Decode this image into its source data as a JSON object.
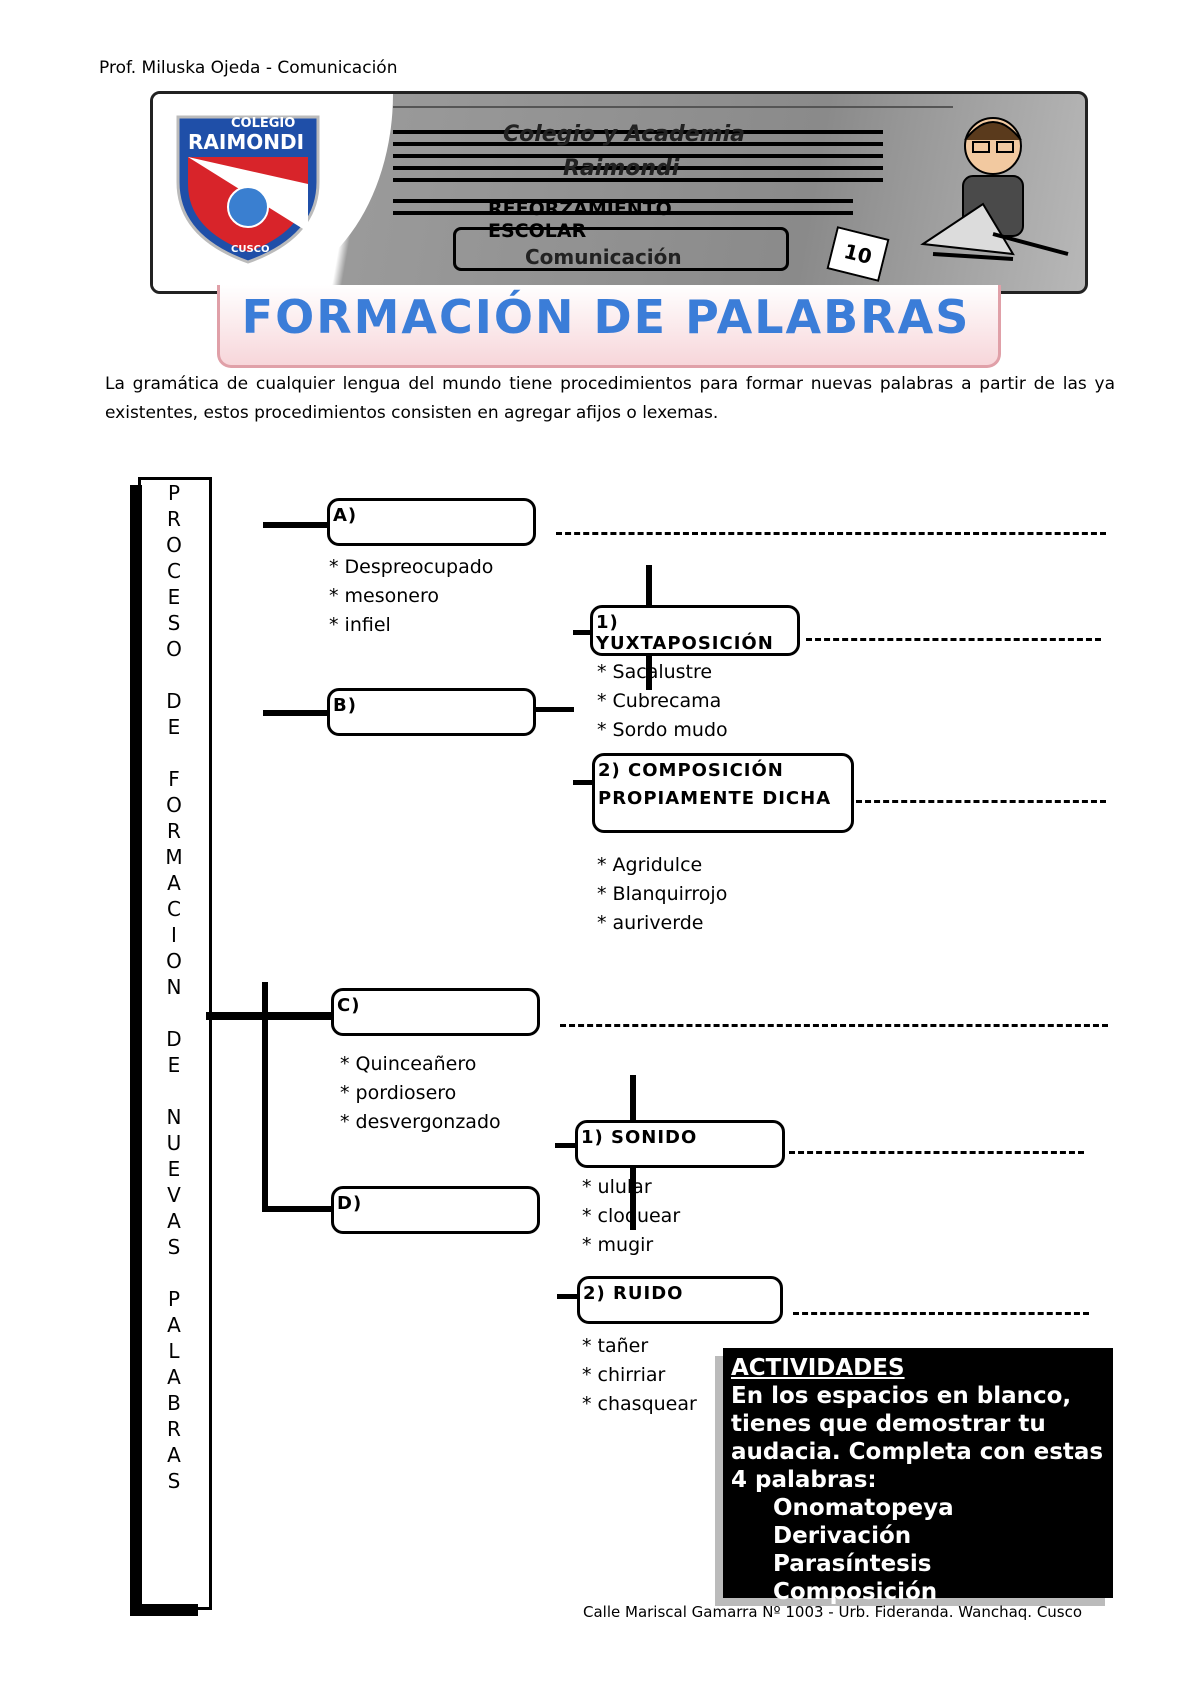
{
  "author": "Prof. Miluska Ojeda - Comunicación",
  "banner": {
    "logo_top": "COLEGIO",
    "logo_name": "RAIMONDI",
    "logo_city": "CUSCO",
    "line1": "Colegio y Academia",
    "line2": "Raimondi",
    "line3": "REFORZAMIENTO ESCOLAR",
    "line4": "Comunicación",
    "calendar": "10"
  },
  "title": "FORMACIÓN DE PALABRAS",
  "intro": "La gramática de cualquier lengua del mundo tiene procedimientos para formar nuevas palabras a partir de las ya existentes, estos procedimientos consisten en agregar afijos o lexemas.",
  "vertical_title": [
    "P",
    "R",
    "O",
    "C",
    "E",
    "S",
    "O",
    "",
    "D",
    "E",
    "",
    "F",
    "O",
    "R",
    "M",
    "A",
    "C",
    "I",
    "O",
    "N",
    "",
    "D",
    "E",
    "",
    "N",
    "U",
    "E",
    "V",
    "A",
    "S",
    "",
    "P",
    "A",
    "L",
    "A",
    "B",
    "R",
    "A",
    "S"
  ],
  "boxes": {
    "a": "A)",
    "b": "B)",
    "c": "C)",
    "d": "D)",
    "b1": "1) YUXTAPOSICIÓN",
    "b2_line1": "2) COMPOSICIÓN",
    "b2_line2": "PROPIAMENTE DICHA",
    "d1": "1) SONIDO",
    "d2": "2) RUIDO"
  },
  "examples": {
    "a": [
      "* Despreocupado",
      "* mesonero",
      "* infiel"
    ],
    "b1": [
      "* Sacalustre",
      "* Cubrecama",
      "* Sordo mudo"
    ],
    "b2": [
      "* Agridulce",
      "* Blanquirrojo",
      "* auriverde"
    ],
    "c": [
      "* Quinceañero",
      "* pordiosero",
      "* desvergonzado"
    ],
    "d1": [
      "* ulular",
      "* cloquear",
      "* mugir"
    ],
    "d2": [
      "* tañer",
      "* chirriar",
      "* chasquear"
    ]
  },
  "activities": {
    "heading": "ACTIVIDADES",
    "text": "En los espacios en blanco, tienes que demostrar tu audacia. Completa con estas 4 palabras:",
    "words": [
      "Onomatopeya",
      "Derivación",
      "Parasíntesis",
      "Composición"
    ]
  },
  "footer": "Calle Mariscal Gamarra Nº 1003 - Urb. Fideranda. Wanchaq. Cusco"
}
